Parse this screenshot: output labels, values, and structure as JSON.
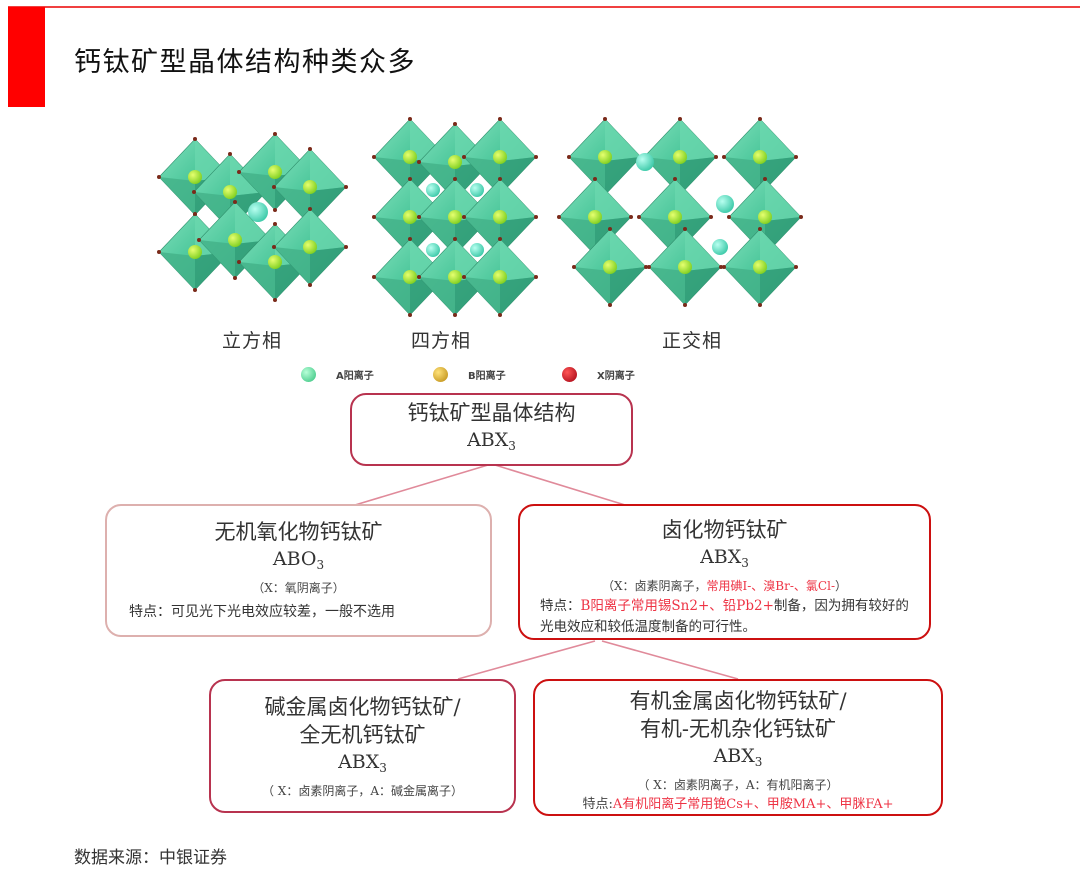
{
  "header": {
    "title": "钙钛矿型晶体结构种类众多",
    "accent_color": "#ff0000"
  },
  "figure": {
    "phases": [
      {
        "label": "立方相"
      },
      {
        "label": "四方相"
      },
      {
        "label": "正交相"
      }
    ],
    "legend": [
      {
        "label": "A阳离子",
        "color": "#3fcf8e"
      },
      {
        "label": "B阳离子",
        "color": "#d9a520"
      },
      {
        "label": "X阴离子",
        "color": "#c8101a"
      }
    ]
  },
  "diagram": {
    "root": {
      "title": "钙钛矿型晶体结构",
      "formula_main": "ABX",
      "formula_sub": "3",
      "border_color": "#b8334f"
    },
    "oxide": {
      "title": "无机氧化物钙钛矿",
      "formula_main": "ABO",
      "formula_sub": "3",
      "note": "（X：氧阴离子）",
      "feature": "特点：可见光下光电效应较差，一般不选用",
      "border_color": "#d9a8a8"
    },
    "halide": {
      "title": "卤化物钙钛矿",
      "formula_main": "ABX",
      "formula_sub": "3",
      "note_prefix": "（X：卤素阴离子，",
      "note_red": "常用碘I-、溴Br-、氯Cl-",
      "note_suffix": "）",
      "feature_prefix": "特点：",
      "feature_red": "B阳离子常用锡Sn2+、铅Pb2+",
      "feature_suffix": "制备，因为拥有较好的光电效应和较低温度制备的可行性。",
      "border_color": "#cc1010"
    },
    "alkali": {
      "title_line1": "碱金属卤化物钙钛矿/",
      "title_line2": "全无机钙钛矿",
      "formula_main": "ABX",
      "formula_sub": "3",
      "note": "（ X：卤素阴离子，A：碱金属离子）",
      "border_color": "#b8334f"
    },
    "organic": {
      "title_line1": "有机金属卤化物钙钛矿/",
      "title_line2": "有机-无机杂化钙钛矿",
      "formula_main": "ABX",
      "formula_sub": "3",
      "note": "（ X：卤素阴离子，A：有机阳离子）",
      "feature_prefix": "特点:",
      "feature_red": "A有机阳离子常用铯Cs+、甲胺MA+、甲脒FA+",
      "border_color": "#cc1010"
    },
    "connector_color": "#e08a9a"
  },
  "footer": {
    "source": "数据来源：中银证券"
  }
}
